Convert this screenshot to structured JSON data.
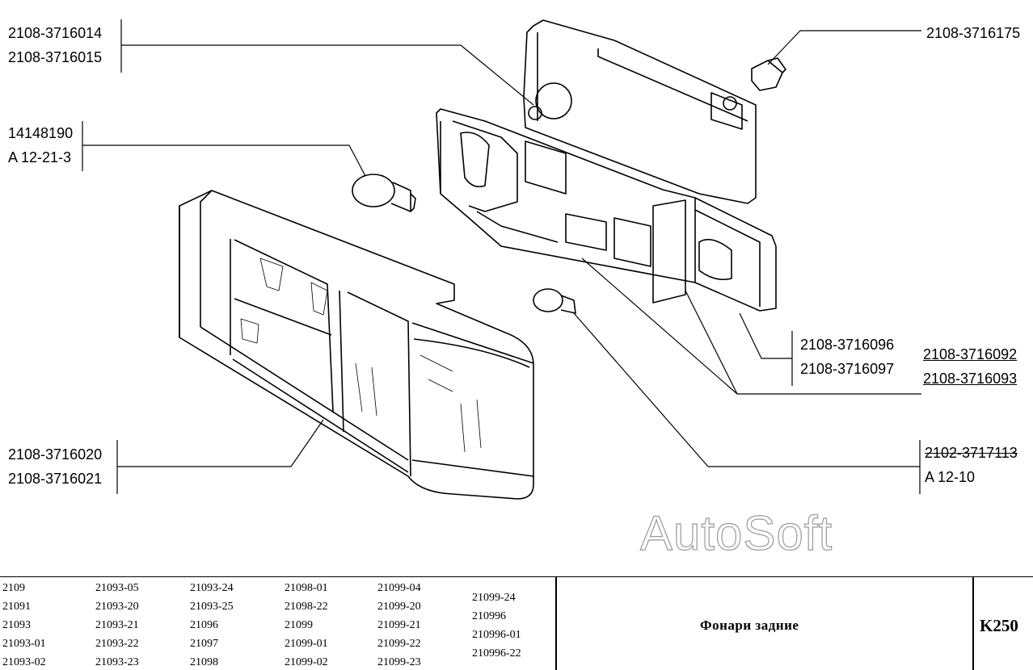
{
  "callouts": {
    "rear_reflector_left": [
      "2108-3716014",
      "2108-3716015"
    ],
    "small_bulb_socket": [
      "2108-3716175"
    ],
    "stop_bulb": [
      "14148190",
      "A 12-21-3"
    ],
    "holder_sockets": [
      "2108-3716096",
      "2108-3716097"
    ],
    "holder_board": [
      "2108-3716092",
      "2108-3716093"
    ],
    "lamp_lens": [
      "2108-3716020",
      "2108-3716021"
    ],
    "side_bulb": [
      "2102-3717113",
      "A 12-10"
    ]
  },
  "watermark": "AutoSoft",
  "footer": {
    "models_col1": [
      "2109",
      "21091",
      "21093",
      "21093-01",
      "21093-02"
    ],
    "models_col2": [
      "21093-05",
      "21093-20",
      "21093-21",
      "21093-22",
      "21093-23"
    ],
    "models_col3": [
      "21093-24",
      "21093-25",
      "21096",
      "21097",
      "21098"
    ],
    "models_col4": [
      "21098-01",
      "21098-22",
      "21099",
      "21099-01",
      "21099-02"
    ],
    "models_col5": [
      "21099-04",
      "21099-20",
      "21099-21",
      "21099-22",
      "21099-23"
    ],
    "models_col6": [
      "21099-24",
      "210996",
      "210996-01",
      "210996-22"
    ],
    "title": "Фонари задние",
    "sheet_code": "K250"
  }
}
